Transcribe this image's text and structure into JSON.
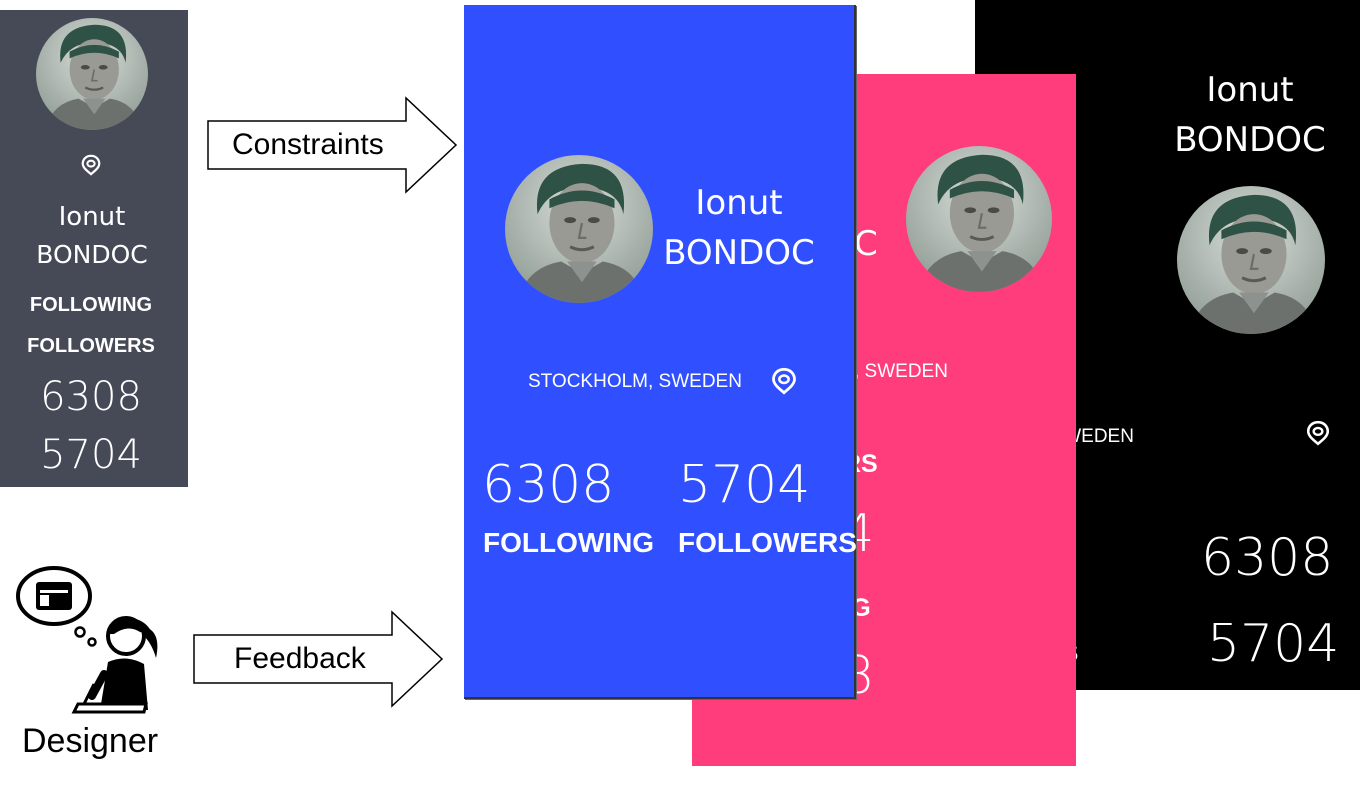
{
  "profile": {
    "first_name": "Ionut",
    "last_name": "BONDOC",
    "location": "STOCKHOLM, SWEDEN",
    "following_label": "FOLLOWING",
    "followers_label": "FOLLOWERS",
    "following_count": "6308",
    "followers_count": "5704"
  },
  "arrows": {
    "constraints": "Constraints",
    "feedback": "Feedback"
  },
  "designer_label": "Designer",
  "variants": {
    "source_bg": "#464a57",
    "blue_bg": "#3050ff",
    "pink_bg": "#ff3c7c",
    "black_bg": "#000000"
  },
  "icons": {
    "location": "location-pin-icon",
    "layout": "layout-icon",
    "designer": "person-writing-icon"
  }
}
